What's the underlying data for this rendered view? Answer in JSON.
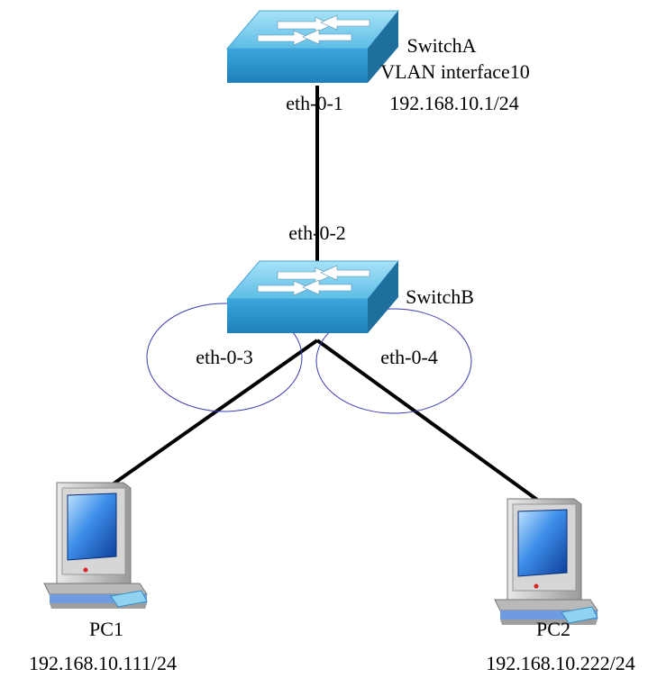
{
  "switch_a": {
    "name": "SwitchA",
    "vlan_interface": "VLAN interface10",
    "ip": "192.168.10.1/24",
    "port": "eth-0-1"
  },
  "switch_b": {
    "name": "SwitchB",
    "uplink_port": "eth-0-2",
    "port_pc1": "eth-0-3",
    "port_pc2": "eth-0-4"
  },
  "pc1": {
    "name": "PC1",
    "ip": "192.168.10.111/24"
  },
  "pc2": {
    "name": "PC2",
    "ip": "192.168.10.222/24"
  },
  "colors": {
    "switch_top": "#7fd0ee",
    "switch_front": "#2c93cc",
    "switch_side": "#1e6e9e",
    "link": "#000000",
    "vlan_circle": "#3b3bb5",
    "pc_screen": "#1e5fbf",
    "pc_body": "#c8c8c8"
  }
}
